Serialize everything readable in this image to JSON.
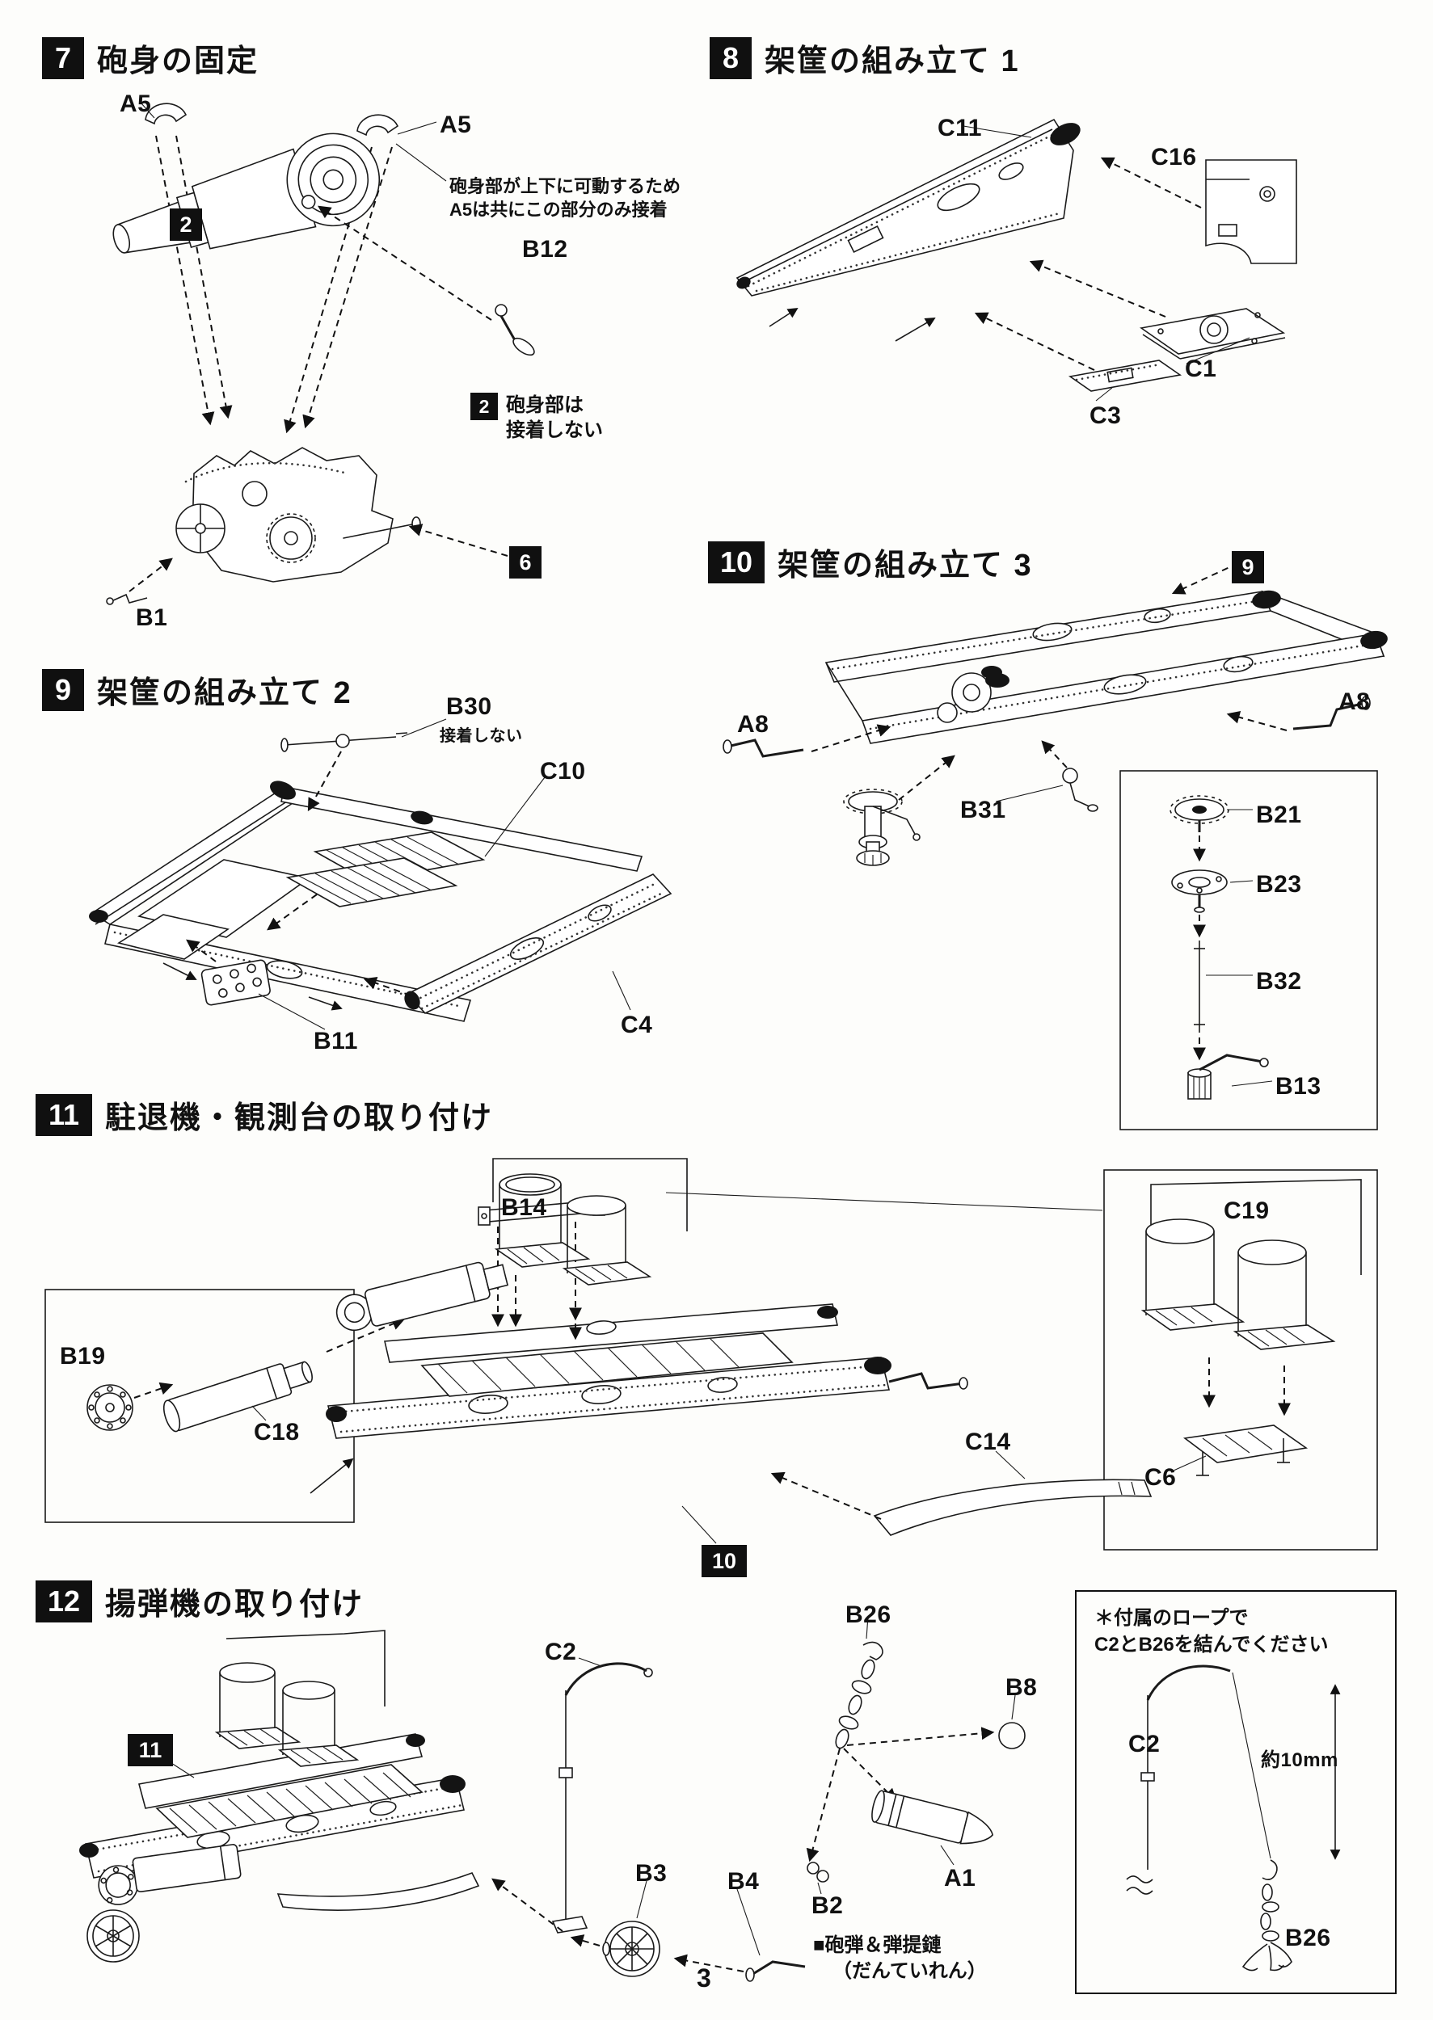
{
  "page": {
    "number": "3"
  },
  "steps": {
    "s7": {
      "num": "7",
      "title": "砲身の固定"
    },
    "s8": {
      "num": "8",
      "title": "架筐の組み立て 1"
    },
    "s9": {
      "num": "9",
      "title": "架筐の組み立て 2"
    },
    "s10": {
      "num": "10",
      "title": "架筐の組み立て 3"
    },
    "s11": {
      "num": "11",
      "title": "駐退機・観測台の取り付け"
    },
    "s12": {
      "num": "12",
      "title": "揚弾機の取り付け"
    }
  },
  "badges": {
    "n2": "2",
    "n6": "6",
    "n9": "9",
    "n10": "10",
    "n11": "11"
  },
  "labels": {
    "s7_a5a": "A5",
    "s7_a5b": "A5",
    "s7_b12": "B12",
    "s7_b1": "B1",
    "s8_c11": "C11",
    "s8_c16": "C16",
    "s8_c1": "C1",
    "s8_c3": "C3",
    "s9_b30": "B30",
    "s9_c10": "C10",
    "s9_b11": "B11",
    "s9_c4": "C4",
    "s10_a8a": "A8",
    "s10_a8b": "A8",
    "s10_b31": "B31",
    "s10_b21": "B21",
    "s10_b23": "B23",
    "s10_b32": "B32",
    "s10_b13": "B13",
    "s11_b14": "B14",
    "s11_b19": "B19",
    "s11_c18": "C18",
    "s11_c19": "C19",
    "s11_c6": "C6",
    "s11_c14": "C14",
    "s12_c2": "C2",
    "s12_b3": "B3",
    "s12_b4": "B4",
    "s12_b26": "B26",
    "s12_b8": "B8",
    "s12_a1": "A1",
    "s12_b2": "B2",
    "box_c2": "C2",
    "box_b26": "B26"
  },
  "notes": {
    "pivot1": "砲身部が上下に可動するため",
    "pivot2": "A5は共にこの部分のみ接着",
    "noglue_barrel1": "砲身部は",
    "noglue_barrel2": "接着しない",
    "noglue_b30": "接着しない",
    "ammo1": "■砲弾＆弾提鏈",
    "ammo2": "（だんていれん）",
    "rope1": "＊付属のロープで",
    "rope2": "C2とB26を結んでください",
    "len10mm": "約10mm"
  }
}
